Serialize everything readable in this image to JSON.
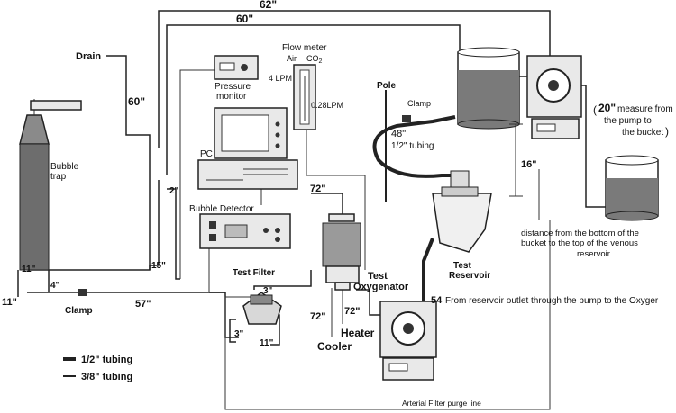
{
  "labels": {
    "len_62": "62\"",
    "len_60_top": "60\"",
    "drain": "Drain",
    "len_60_left": "60\"",
    "flow_meter": "Flow meter",
    "air": "Air",
    "co2": "CO",
    "co2_sub": "2",
    "lpm_4": "4 LPM",
    "lpm_028": "0.28LPM",
    "pressure": "Pressure",
    "monitor": "monitor",
    "pole": "Pole",
    "clamp_top": "Clamp",
    "len_48": "48\"",
    "tubing_half_mid": "1/2\" tubing",
    "measure_20": "20\"",
    "measure_line1": "measure from",
    "measure_line2": "the pump to",
    "measure_line3": "the bucket",
    "paren_open": "(",
    "paren_close": ")",
    "len_16": "16\"",
    "bubble": "Bubble",
    "trap": "trap",
    "pc": "PC",
    "len_2": "2\"",
    "bubble_detector": "Bubble Detector",
    "len_72_top": "72\"",
    "distance_line1": "distance from the bottom of the",
    "distance_line2": "bucket to the top of the venous",
    "distance_line3": "reservoir",
    "test_reservoir_1": "Test",
    "test_reservoir_2": "Reservoir",
    "len_15": "15\"",
    "len_11_top": "11\"",
    "len_4": "4\"",
    "test_filter": "Test Filter",
    "len_3_top": "3\"",
    "test_oxy_1": "Test",
    "test_oxy_2": "Oxygenator",
    "len_54": "54",
    "from_reservoir": "From reservoir outlet through the pump to the Oxyger",
    "len_11_left": "11\"",
    "clamp_bottom": "Clamp",
    "len_57": "57\"",
    "len_3_bottom": "3\"",
    "len_11_bottom": "11\"",
    "len_72_a": "72\"",
    "len_72_b": "72\"",
    "heater": "Heater",
    "cooler": "Cooler",
    "legend_half": "1/2\" tubing",
    "legend_38": "3/8\" tubing",
    "arterial_filter": "Arterial Filter purge line"
  }
}
